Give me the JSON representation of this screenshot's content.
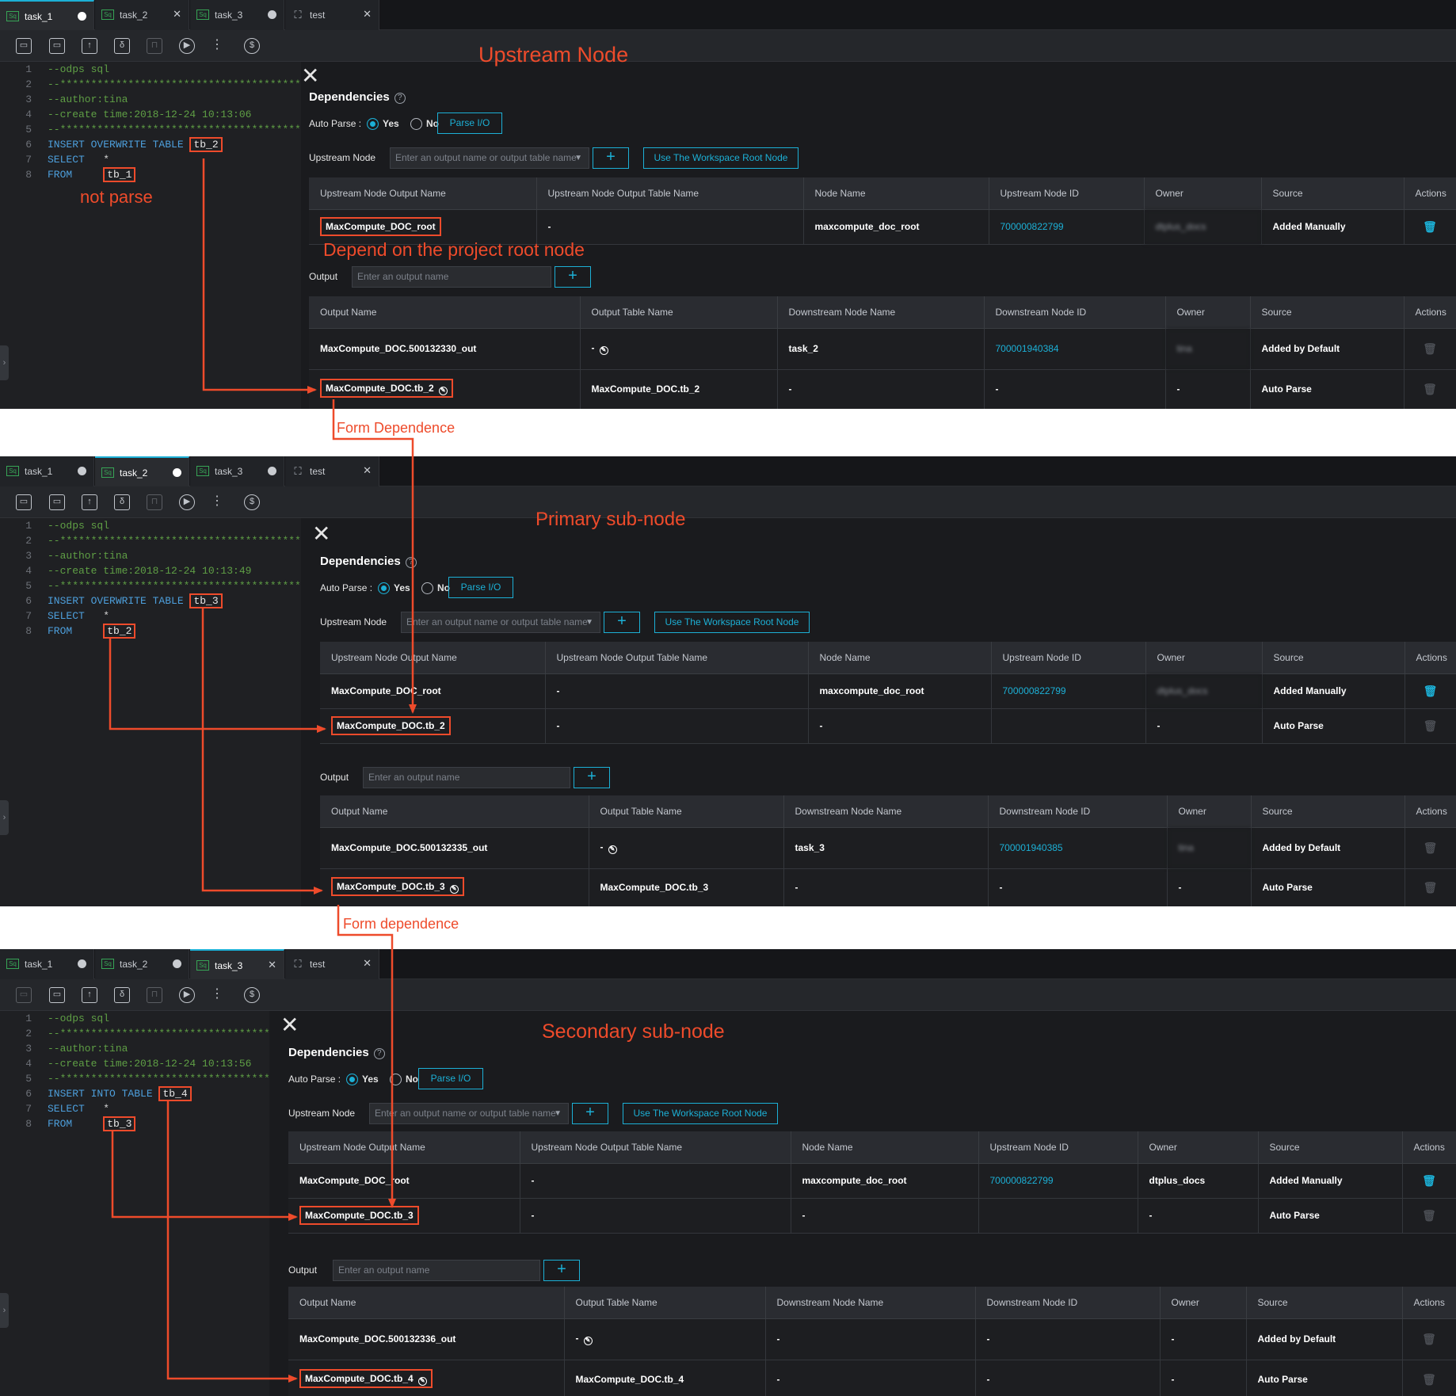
{
  "annotations": {
    "upstream_node": "Upstream Node",
    "not_parse": "not parse",
    "depend_root": "Depend on the project root node",
    "form_dependence_1": "Form Dependence",
    "primary_sub_node": "Primary sub-node",
    "form_dependence_2": "Form dependence",
    "secondary_sub_node": "Secondary sub-node"
  },
  "accent_color": "#1cb0d6",
  "annotation_color": "#ee4b2b",
  "toolbar_icons": [
    "save-icon",
    "save-as-icon",
    "submit-icon",
    "steal-lock-icon",
    "lock-icon",
    "run-icon",
    "more-icon",
    "cost-icon"
  ],
  "common": {
    "dependencies_title": "Dependencies",
    "auto_parse_label": "Auto Parse :",
    "yes": "Yes",
    "no": "No",
    "parse_io": "Parse I/O",
    "upstream_label": "Upstream Node",
    "upstream_placeholder": "Enter an output name or output table name",
    "root_button": "Use The Workspace Root Node",
    "output_label": "Output",
    "output_placeholder": "Enter an output name",
    "upstream_headers": [
      "Upstream Node Output Name",
      "Upstream Node Output Table Name",
      "Node Name",
      "Upstream Node ID",
      "Owner",
      "Source",
      "Actions"
    ],
    "output_headers": [
      "Output Name",
      "Output Table Name",
      "Downstream Node Name",
      "Downstream Node ID",
      "Owner",
      "Source",
      "Actions"
    ]
  },
  "panels": [
    {
      "tabs": [
        {
          "label": "task_1",
          "status": "unsaved",
          "active": true
        },
        {
          "label": "task_2",
          "status": "close"
        },
        {
          "label": "task_3",
          "status": "unsaved"
        },
        {
          "label": "test",
          "status": "close"
        }
      ],
      "code": [
        {
          "n": "1",
          "text": "--odps sql"
        },
        {
          "n": "2",
          "text": "--********************************************"
        },
        {
          "n": "3",
          "text": "--author:tina"
        },
        {
          "n": "4",
          "text": "--create time:2018-12-24 10:13:06"
        },
        {
          "n": "5",
          "text": "--********************************************"
        },
        {
          "n": "6",
          "kw": "INSERT OVERWRITE TABLE",
          "table": "tb_2"
        },
        {
          "n": "7",
          "kw": "SELECT",
          "rest": "*"
        },
        {
          "n": "8",
          "kw": "FROM",
          "table": "tb_1"
        }
      ],
      "upstream_rows": [
        [
          "MaxCompute_DOC_root",
          "-",
          "maxcompute_doc_root",
          "700000822799",
          "dtplus_docs",
          "Added Manually"
        ]
      ],
      "output_rows": [
        [
          "MaxCompute_DOC.500132330_out",
          "-",
          "task_2",
          "700001940384",
          "tina",
          "Added by Default"
        ],
        [
          "MaxCompute_DOC.tb_2",
          "MaxCompute_DOC.tb_2",
          "-",
          "-",
          "-",
          "Auto Parse"
        ]
      ]
    },
    {
      "tabs": [
        {
          "label": "task_1",
          "status": "unsaved"
        },
        {
          "label": "task_2",
          "status": "unsaved",
          "active": true
        },
        {
          "label": "task_3",
          "status": "unsaved"
        },
        {
          "label": "test",
          "status": "close"
        }
      ],
      "code": [
        {
          "n": "1",
          "text": "--odps sql"
        },
        {
          "n": "2",
          "text": "--********************************************"
        },
        {
          "n": "3",
          "text": "--author:tina"
        },
        {
          "n": "4",
          "text": "--create time:2018-12-24 10:13:49"
        },
        {
          "n": "5",
          "text": "--********************************************"
        },
        {
          "n": "6",
          "kw": "INSERT OVERWRITE TABLE",
          "table": "tb_3"
        },
        {
          "n": "7",
          "kw": "SELECT",
          "rest": "*"
        },
        {
          "n": "8",
          "kw": "FROM",
          "table": "tb_2"
        }
      ],
      "upstream_rows": [
        [
          "MaxCompute_DOC_root",
          "-",
          "maxcompute_doc_root",
          "700000822799",
          "dtplus_docs",
          "Added Manually"
        ],
        [
          "MaxCompute_DOC.tb_2",
          "-",
          "-",
          "",
          "-",
          "Auto Parse"
        ]
      ],
      "output_rows": [
        [
          "MaxCompute_DOC.500132335_out",
          "-",
          "task_3",
          "700001940385",
          "tina",
          "Added by Default"
        ],
        [
          "MaxCompute_DOC.tb_3",
          "MaxCompute_DOC.tb_3",
          "-",
          "-",
          "-",
          "Auto Parse"
        ]
      ]
    },
    {
      "tabs": [
        {
          "label": "task_1",
          "status": "unsaved"
        },
        {
          "label": "task_2",
          "status": "unsaved"
        },
        {
          "label": "task_3",
          "status": "close",
          "active": true
        },
        {
          "label": "test",
          "status": "close"
        }
      ],
      "code": [
        {
          "n": "1",
          "text": "--odps sql"
        },
        {
          "n": "2",
          "text": "--********************************************"
        },
        {
          "n": "3",
          "text": "--author:tina"
        },
        {
          "n": "4",
          "text": "--create time:2018-12-24 10:13:56"
        },
        {
          "n": "5",
          "text": "--********************************************"
        },
        {
          "n": "6",
          "kw": "INSERT INTO TABLE",
          "table": "tb_4"
        },
        {
          "n": "7",
          "kw": "SELECT",
          "rest": "*"
        },
        {
          "n": "8",
          "kw": "FROM",
          "table": "tb_3"
        }
      ],
      "upstream_rows": [
        [
          "MaxCompute_DOC_root",
          "-",
          "maxcompute_doc_root",
          "700000822799",
          "dtplus_docs",
          "Added Manually"
        ],
        [
          "MaxCompute_DOC.tb_3",
          "-",
          "-",
          "",
          "-",
          "Auto Parse"
        ]
      ],
      "output_rows": [
        [
          "MaxCompute_DOC.500132336_out",
          "-",
          "-",
          "-",
          "-",
          "Added by Default"
        ],
        [
          "MaxCompute_DOC.tb_4",
          "MaxCompute_DOC.tb_4",
          "-",
          "-",
          "-",
          "Auto Parse"
        ]
      ]
    }
  ]
}
